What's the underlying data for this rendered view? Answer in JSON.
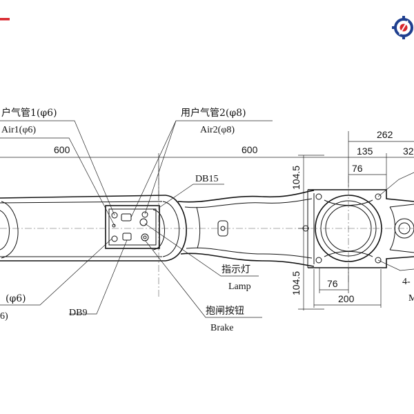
{
  "labels": {
    "air1_cn": "户气管1(φ6)",
    "air1_en": "Air1(φ6)",
    "air2_cn": "用户气管2(φ8)",
    "air2_en": "Air2(φ8)",
    "db15": "DB15",
    "lamp_cn": "指示灯",
    "lamp_en": "Lamp",
    "brake_cn": "抱闸按钮",
    "brake_en": "Brake",
    "db9": "DB9",
    "lower_air_cn": "(φ6)",
    "lower_air_en": "6)",
    "hole_note": "4-",
    "hole_note_2": "M"
  },
  "dimensions": {
    "left_600": "600",
    "right_600": "600",
    "d262": "262",
    "d135": "135",
    "d32": "32",
    "d76_top": "76",
    "d76_bottom": "76",
    "d200": "200",
    "d104_5_top": "104.5",
    "d104_5_bottom": "104.5"
  },
  "colors": {
    "line": "#111111",
    "logo_red": "#d8262c",
    "logo_blue": "#1f3f8f"
  },
  "icons": {
    "logo": "gear-robot-logo"
  }
}
